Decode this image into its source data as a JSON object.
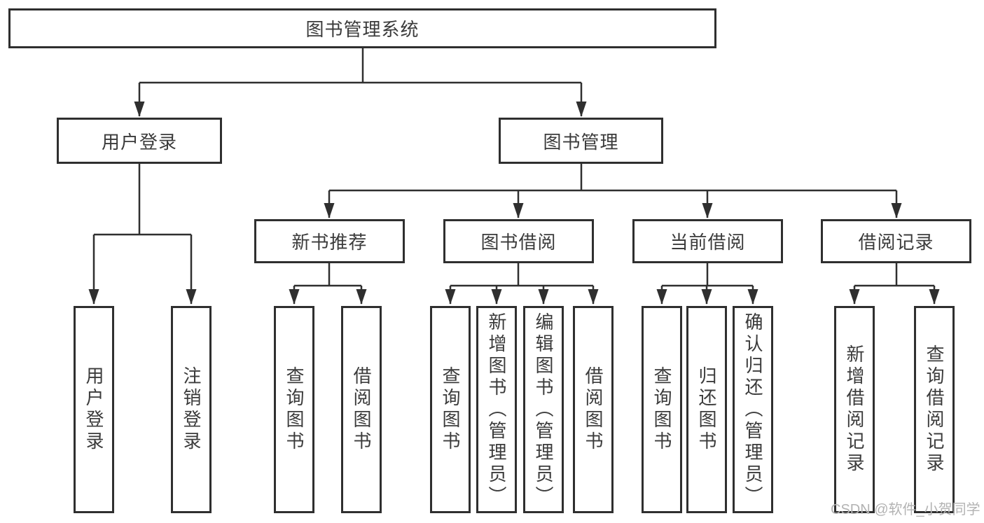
{
  "diagram": {
    "title": "图书管理系统",
    "type": "hierarchy-tree",
    "colors": {
      "line": "#2f2f2f",
      "box_border": "#2f2f2f",
      "text": "#3b3b3b",
      "background": "#ffffff",
      "watermark": "#b3b3b3"
    },
    "watermark": "CSDN @软件_小贺同学",
    "nodes": {
      "root": {
        "label": "图书管理系统"
      },
      "login": {
        "label": "用户登录"
      },
      "mgmt": {
        "label": "图书管理"
      },
      "newrec": {
        "label": "新书推荐"
      },
      "borrow": {
        "label": "图书借阅"
      },
      "current": {
        "label": "当前借阅"
      },
      "records": {
        "label": "借阅记录"
      },
      "login_user": {
        "label": "用户登录"
      },
      "login_logout": {
        "label": "注销登录"
      },
      "newrec_query": {
        "label": "查询图书"
      },
      "newrec_borrow": {
        "label": "借阅图书"
      },
      "borrow_query": {
        "label": "查询图书"
      },
      "borrow_add": {
        "label": "新增图书（管理员）"
      },
      "borrow_edit": {
        "label": "编辑图书（管理员）"
      },
      "borrow_borrow": {
        "label": "借阅图书"
      },
      "current_query": {
        "label": "查询图书"
      },
      "current_return": {
        "label": "归还图书"
      },
      "current_confirm": {
        "label": "确认归还（管理员）"
      },
      "records_add": {
        "label": "新增借阅记录"
      },
      "records_query": {
        "label": "查询借阅记录"
      }
    },
    "edges": [
      [
        "root",
        "login"
      ],
      [
        "root",
        "mgmt"
      ],
      [
        "login",
        "login_user"
      ],
      [
        "login",
        "login_logout"
      ],
      [
        "mgmt",
        "newrec"
      ],
      [
        "mgmt",
        "borrow"
      ],
      [
        "mgmt",
        "current"
      ],
      [
        "mgmt",
        "records"
      ],
      [
        "newrec",
        "newrec_query"
      ],
      [
        "newrec",
        "newrec_borrow"
      ],
      [
        "borrow",
        "borrow_query"
      ],
      [
        "borrow",
        "borrow_add"
      ],
      [
        "borrow",
        "borrow_edit"
      ],
      [
        "borrow",
        "borrow_borrow"
      ],
      [
        "current",
        "current_query"
      ],
      [
        "current",
        "current_return"
      ],
      [
        "current",
        "current_confirm"
      ],
      [
        "records",
        "records_add"
      ],
      [
        "records",
        "records_query"
      ]
    ]
  }
}
